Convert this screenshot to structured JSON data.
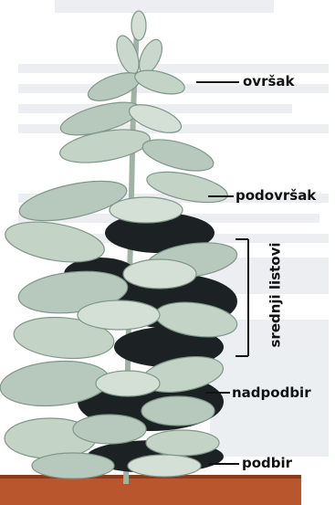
{
  "labels": {
    "top": "ovršak",
    "sub_top": "podovršak",
    "middle": "srednji listovi",
    "above_lower": "nadpodbir",
    "lower": "podbir"
  },
  "colors": {
    "leaf": "#b7c9bc",
    "leaf_light": "#d4e0d6",
    "leaf_dark": "#7f978a",
    "shadow": "#1c2224",
    "soil": "#b9562d",
    "background_text": "#d9dde3",
    "label_line": "#111111"
  }
}
